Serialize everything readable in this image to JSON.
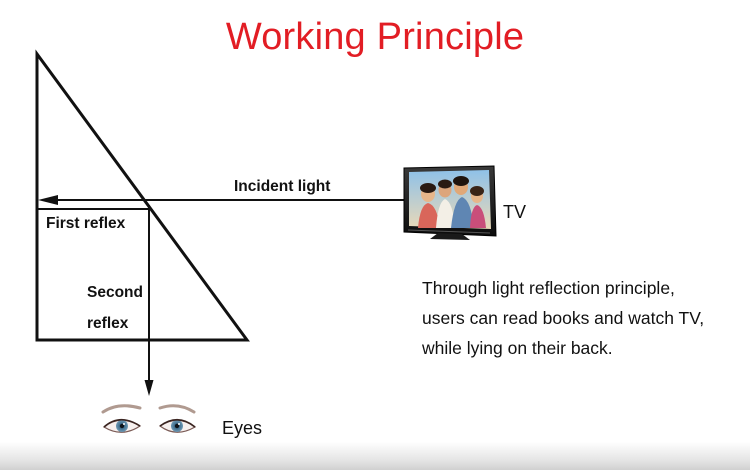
{
  "title": "Working Principle",
  "labels": {
    "incident_light": "Incident light",
    "first_reflex": "First reflex",
    "second_reflex_line1": "Second",
    "second_reflex_line2": "reflex",
    "tv": "TV",
    "eyes": "Eyes"
  },
  "description": {
    "lines": [
      "Through light reflection principle,",
      "users can read books and watch TV,",
      "while lying on their back."
    ]
  },
  "colors": {
    "title": "#e21d24",
    "line": "#111111"
  }
}
